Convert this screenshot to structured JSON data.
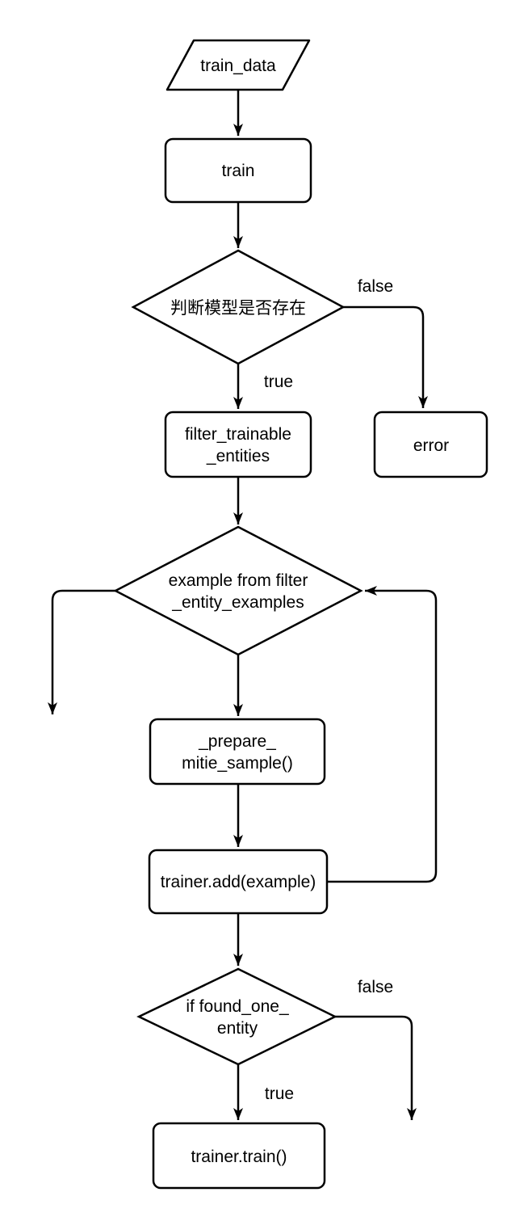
{
  "diagram": {
    "background_color": "#ffffff",
    "line_color": "#000000",
    "fill_color": "#ffffff",
    "nodes": {
      "train_data": {
        "type": "data-parallelogram",
        "label": "train_data"
      },
      "train": {
        "type": "process",
        "label": "train"
      },
      "check_model": {
        "type": "decision",
        "label": "判断模型是否存在"
      },
      "filter_trainable": {
        "type": "process",
        "line1": "filter_trainable",
        "line2": "_entities"
      },
      "error": {
        "type": "process",
        "label": "error"
      },
      "example_loop": {
        "type": "decision",
        "line1": "example from filter",
        "line2": "_entity_examples"
      },
      "prepare_sample": {
        "type": "process",
        "line1": "_prepare_",
        "line2": "mitie_sample()"
      },
      "trainer_add": {
        "type": "process",
        "label": "trainer.add(example)"
      },
      "found_one": {
        "type": "decision",
        "line1": "if found_one_",
        "line2": "entity"
      },
      "trainer_train": {
        "type": "process",
        "label": "trainer.train()"
      }
    },
    "edge_labels": {
      "check_model_false": "false",
      "check_model_true": "true",
      "found_one_false": "false",
      "found_one_true": "true"
    }
  }
}
